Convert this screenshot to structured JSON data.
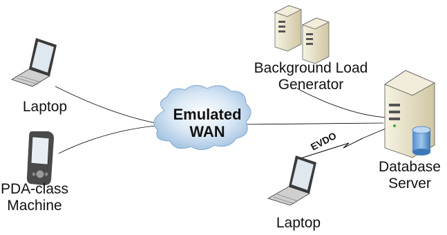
{
  "nodes": {
    "laptop_left": {
      "label": "Laptop"
    },
    "pda": {
      "line1": "PDA-class",
      "line2": "Machine"
    },
    "background_load": {
      "line1": "Background Load",
      "line2": "Generator"
    },
    "database_server": {
      "line1": "Database",
      "line2": "Server"
    },
    "laptop_bottom": {
      "label": "Laptop"
    },
    "wan_cloud": {
      "line1": "Emulated",
      "line2": "WAN"
    }
  },
  "links": {
    "wireless_label": "EVDO"
  },
  "colors": {
    "cloud_fill": "#c9dcee",
    "server_fill": "#e8e2c9",
    "line": "#000000"
  }
}
